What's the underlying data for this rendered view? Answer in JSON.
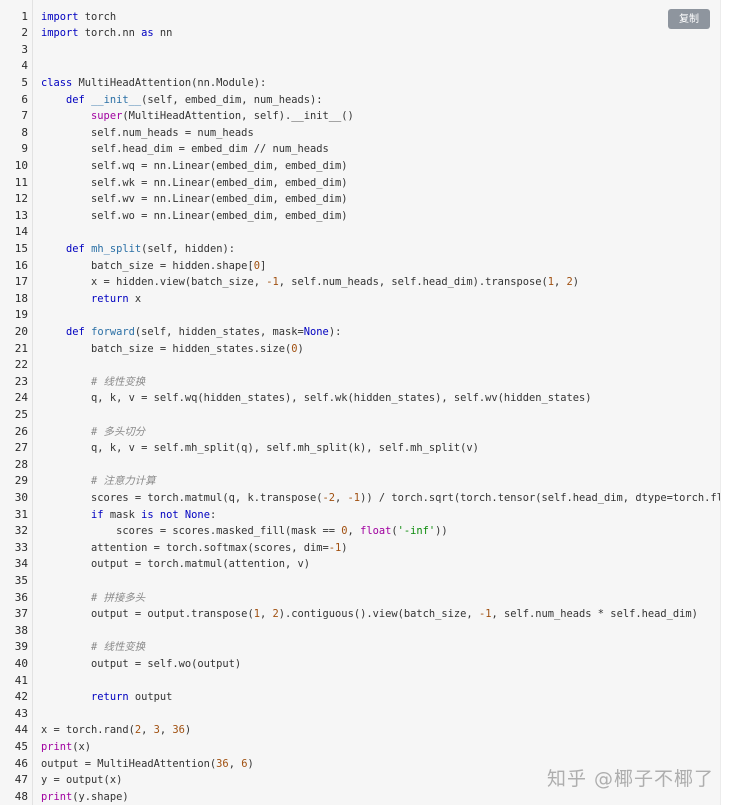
{
  "toolbar": {
    "copy_label": "复制"
  },
  "watermark": "知乎 @椰子不椰了",
  "code": {
    "lines": [
      {
        "n": "1",
        "tokens": [
          {
            "t": "import",
            "c": "kw"
          },
          {
            "t": " torch"
          }
        ]
      },
      {
        "n": "2",
        "tokens": [
          {
            "t": "import",
            "c": "kw"
          },
          {
            "t": " torch.nn "
          },
          {
            "t": "as",
            "c": "kw"
          },
          {
            "t": " nn"
          }
        ]
      },
      {
        "n": "3",
        "tokens": []
      },
      {
        "n": "4",
        "tokens": []
      },
      {
        "n": "5",
        "tokens": [
          {
            "t": "class",
            "c": "kw"
          },
          {
            "t": " MultiHeadAttention(nn.Module):"
          }
        ]
      },
      {
        "n": "6",
        "tokens": [
          {
            "t": "    "
          },
          {
            "t": "def",
            "c": "kw"
          },
          {
            "t": " "
          },
          {
            "t": "__init__",
            "c": "fn"
          },
          {
            "t": "(self, embed_dim, num_heads):"
          }
        ]
      },
      {
        "n": "7",
        "tokens": [
          {
            "t": "        "
          },
          {
            "t": "super",
            "c": "bi"
          },
          {
            "t": "(MultiHeadAttention, self).__init__()"
          }
        ]
      },
      {
        "n": "8",
        "tokens": [
          {
            "t": "        self.num_heads = num_heads"
          }
        ]
      },
      {
        "n": "9",
        "tokens": [
          {
            "t": "        self.head_dim = embed_dim // num_heads"
          }
        ]
      },
      {
        "n": "10",
        "tokens": [
          {
            "t": "        self.wq = nn.Linear(embed_dim, embed_dim)"
          }
        ]
      },
      {
        "n": "11",
        "tokens": [
          {
            "t": "        self.wk = nn.Linear(embed_dim, embed_dim)"
          }
        ]
      },
      {
        "n": "12",
        "tokens": [
          {
            "t": "        self.wv = nn.Linear(embed_dim, embed_dim)"
          }
        ]
      },
      {
        "n": "13",
        "tokens": [
          {
            "t": "        self.wo = nn.Linear(embed_dim, embed_dim)"
          }
        ]
      },
      {
        "n": "14",
        "tokens": []
      },
      {
        "n": "15",
        "tokens": [
          {
            "t": "    "
          },
          {
            "t": "def",
            "c": "kw"
          },
          {
            "t": " "
          },
          {
            "t": "mh_split",
            "c": "fn"
          },
          {
            "t": "(self, hidden):"
          }
        ]
      },
      {
        "n": "16",
        "tokens": [
          {
            "t": "        batch_size = hidden.shape["
          },
          {
            "t": "0",
            "c": "num"
          },
          {
            "t": "]"
          }
        ]
      },
      {
        "n": "17",
        "tokens": [
          {
            "t": "        x = hidden.view(batch_size, "
          },
          {
            "t": "-1",
            "c": "num"
          },
          {
            "t": ", self.num_heads, self.head_dim).transpose("
          },
          {
            "t": "1",
            "c": "num"
          },
          {
            "t": ", "
          },
          {
            "t": "2",
            "c": "num"
          },
          {
            "t": ")"
          }
        ]
      },
      {
        "n": "18",
        "tokens": [
          {
            "t": "        "
          },
          {
            "t": "return",
            "c": "kw"
          },
          {
            "t": " x"
          }
        ]
      },
      {
        "n": "19",
        "tokens": []
      },
      {
        "n": "20",
        "tokens": [
          {
            "t": "    "
          },
          {
            "t": "def",
            "c": "kw"
          },
          {
            "t": " "
          },
          {
            "t": "forward",
            "c": "fn"
          },
          {
            "t": "(self, hidden_states, mask="
          },
          {
            "t": "None",
            "c": "kw"
          },
          {
            "t": "):"
          }
        ]
      },
      {
        "n": "21",
        "tokens": [
          {
            "t": "        batch_size = hidden_states.size("
          },
          {
            "t": "0",
            "c": "num"
          },
          {
            "t": ")"
          }
        ]
      },
      {
        "n": "22",
        "tokens": []
      },
      {
        "n": "23",
        "tokens": [
          {
            "t": "        "
          },
          {
            "t": "# 线性变换",
            "c": "cm"
          }
        ]
      },
      {
        "n": "24",
        "tokens": [
          {
            "t": "        q, k, v = self.wq(hidden_states), self.wk(hidden_states), self.wv(hidden_states)"
          }
        ]
      },
      {
        "n": "25",
        "tokens": []
      },
      {
        "n": "26",
        "tokens": [
          {
            "t": "        "
          },
          {
            "t": "# 多头切分",
            "c": "cm"
          }
        ]
      },
      {
        "n": "27",
        "tokens": [
          {
            "t": "        q, k, v = self.mh_split(q), self.mh_split(k), self.mh_split(v)"
          }
        ]
      },
      {
        "n": "28",
        "tokens": []
      },
      {
        "n": "29",
        "tokens": [
          {
            "t": "        "
          },
          {
            "t": "# 注意力计算",
            "c": "cm"
          }
        ]
      },
      {
        "n": "30",
        "tokens": [
          {
            "t": "        scores = torch.matmul(q, k.transpose("
          },
          {
            "t": "-2",
            "c": "num"
          },
          {
            "t": ", "
          },
          {
            "t": "-1",
            "c": "num"
          },
          {
            "t": ")) / torch.sqrt(torch.tensor(self.head_dim, dtype=torch.float"
          }
        ]
      },
      {
        "n": "31",
        "tokens": [
          {
            "t": "        "
          },
          {
            "t": "if",
            "c": "kw"
          },
          {
            "t": " mask "
          },
          {
            "t": "is not",
            "c": "kw"
          },
          {
            "t": " "
          },
          {
            "t": "None",
            "c": "kw"
          },
          {
            "t": ":"
          }
        ]
      },
      {
        "n": "32",
        "tokens": [
          {
            "t": "            scores = scores.masked_fill(mask == "
          },
          {
            "t": "0",
            "c": "num"
          },
          {
            "t": ", "
          },
          {
            "t": "float",
            "c": "bi"
          },
          {
            "t": "("
          },
          {
            "t": "'-inf'",
            "c": "str"
          },
          {
            "t": "))"
          }
        ]
      },
      {
        "n": "33",
        "tokens": [
          {
            "t": "        attention = torch.softmax(scores, dim="
          },
          {
            "t": "-1",
            "c": "num"
          },
          {
            "t": ")"
          }
        ]
      },
      {
        "n": "34",
        "tokens": [
          {
            "t": "        output = torch.matmul(attention, v)"
          }
        ]
      },
      {
        "n": "35",
        "tokens": []
      },
      {
        "n": "36",
        "tokens": [
          {
            "t": "        "
          },
          {
            "t": "# 拼接多头",
            "c": "cm"
          }
        ]
      },
      {
        "n": "37",
        "tokens": [
          {
            "t": "        output = output.transpose("
          },
          {
            "t": "1",
            "c": "num"
          },
          {
            "t": ", "
          },
          {
            "t": "2",
            "c": "num"
          },
          {
            "t": ").contiguous().view(batch_size, "
          },
          {
            "t": "-1",
            "c": "num"
          },
          {
            "t": ", self.num_heads * self.head_dim)"
          }
        ]
      },
      {
        "n": "38",
        "tokens": []
      },
      {
        "n": "39",
        "tokens": [
          {
            "t": "        "
          },
          {
            "t": "# 线性变换",
            "c": "cm"
          }
        ]
      },
      {
        "n": "40",
        "tokens": [
          {
            "t": "        output = self.wo(output)"
          }
        ]
      },
      {
        "n": "41",
        "tokens": []
      },
      {
        "n": "42",
        "tokens": [
          {
            "t": "        "
          },
          {
            "t": "return",
            "c": "kw"
          },
          {
            "t": " output"
          }
        ]
      },
      {
        "n": "43",
        "tokens": []
      },
      {
        "n": "44",
        "tokens": [
          {
            "t": "x = torch.rand("
          },
          {
            "t": "2",
            "c": "num"
          },
          {
            "t": ", "
          },
          {
            "t": "3",
            "c": "num"
          },
          {
            "t": ", "
          },
          {
            "t": "36",
            "c": "num"
          },
          {
            "t": ")"
          }
        ]
      },
      {
        "n": "45",
        "tokens": [
          {
            "t": "print",
            "c": "bi"
          },
          {
            "t": "(x)"
          }
        ]
      },
      {
        "n": "46",
        "tokens": [
          {
            "t": "output = MultiHeadAttention("
          },
          {
            "t": "36",
            "c": "num"
          },
          {
            "t": ", "
          },
          {
            "t": "6",
            "c": "num"
          },
          {
            "t": ")"
          }
        ]
      },
      {
        "n": "47",
        "tokens": [
          {
            "t": "y = output(x)"
          }
        ]
      },
      {
        "n": "48",
        "tokens": [
          {
            "t": "print",
            "c": "bi"
          },
          {
            "t": "(y.shape)"
          }
        ]
      }
    ]
  }
}
